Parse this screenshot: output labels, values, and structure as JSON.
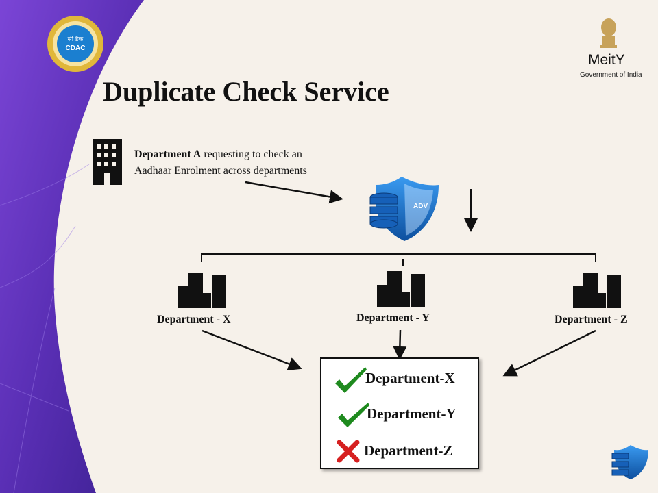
{
  "title": "Duplicate Check Service",
  "request": {
    "bold": "Department A",
    "text1": " requesting to check an",
    "text2": "Aadhaar Enrolment across departments"
  },
  "departments": [
    "Department - X",
    "Department - Y",
    "Department - Z"
  ],
  "results": [
    {
      "label": "Department-X",
      "status": "check-icon",
      "color": "#1e8a1e"
    },
    {
      "label": "Department-Y",
      "status": "check-icon",
      "color": "#1e8a1e"
    },
    {
      "label": "Department-Z",
      "status": "cross-icon",
      "color": "#d62020"
    }
  ],
  "logos": {
    "cdac": "सी डैक CDAC",
    "meity": "MeitY",
    "meity_sub": "Government of India",
    "adv": "ADV"
  },
  "colors": {
    "purple": "#5b2fb0",
    "shield": "#1f73c7",
    "background": "#f6f1ea"
  }
}
